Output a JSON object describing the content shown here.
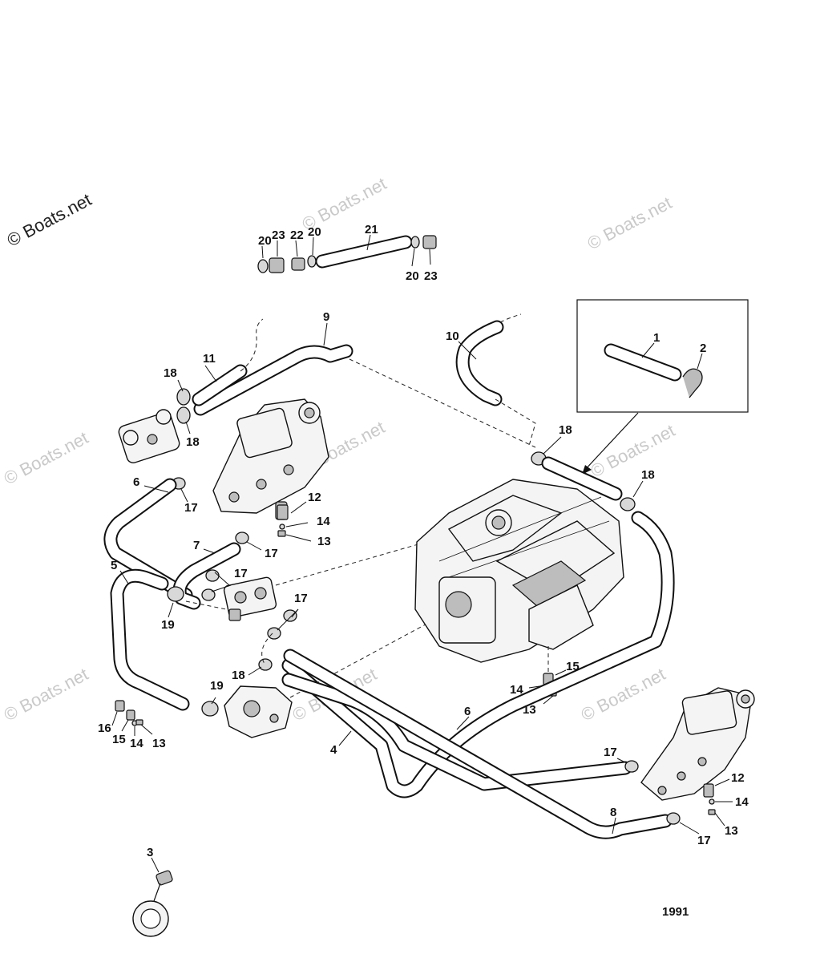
{
  "watermarks": {
    "main": "© Boats.net",
    "faint": "© Boats.net"
  },
  "figure_number": "1991",
  "callouts": {
    "c1": "1",
    "c2": "2",
    "c3": "3",
    "c4": "4",
    "c5": "5",
    "c6a": "6",
    "c6b": "6",
    "c7": "7",
    "c8": "8",
    "c9": "9",
    "c10": "10",
    "c11": "11",
    "c12a": "12",
    "c12b": "12",
    "c13a": "13",
    "c13b": "13",
    "c13c": "13",
    "c13d": "13",
    "c14a": "14",
    "c14b": "14",
    "c14c": "14",
    "c14d": "14",
    "c15a": "15",
    "c15b": "15",
    "c16": "16",
    "c17a": "17",
    "c17b": "17",
    "c17c": "17",
    "c17d": "17",
    "c17e": "17",
    "c17f": "17",
    "c18a": "18",
    "c18b": "18",
    "c18c": "18",
    "c18d": "18",
    "c18e": "18",
    "c19a": "19",
    "c19b": "19",
    "c20a": "20",
    "c20b": "20",
    "c20c": "20",
    "c21": "21",
    "c22": "22",
    "c23a": "23",
    "c23b": "23"
  },
  "colors": {
    "line": "#111111",
    "watermark": "#c9c9c9",
    "background": "#ffffff"
  }
}
